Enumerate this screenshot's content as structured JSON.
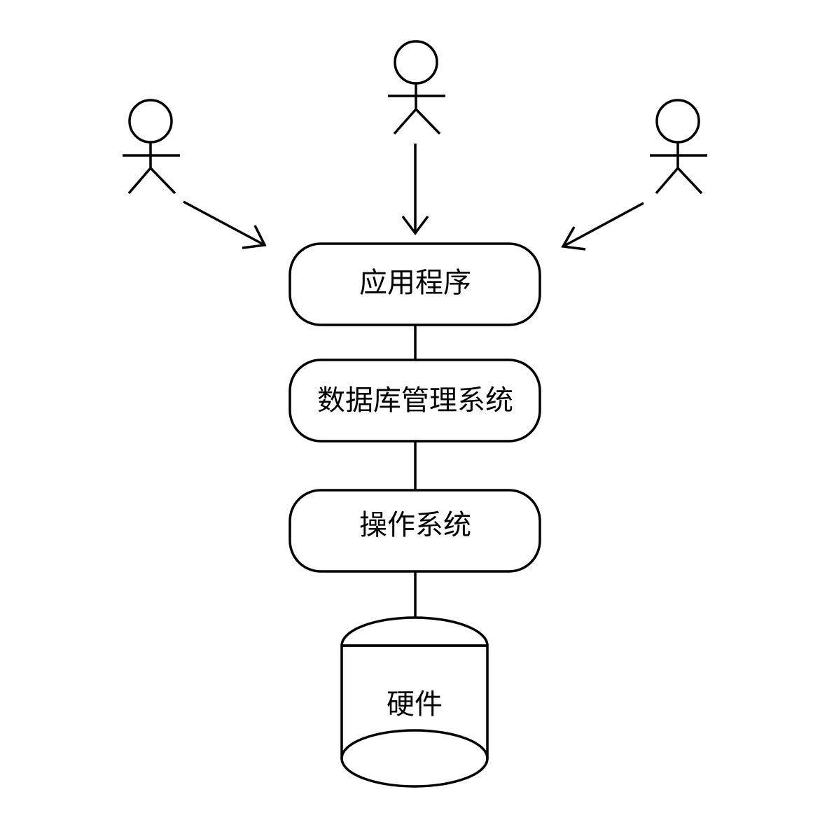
{
  "diagram": {
    "actors": [
      {
        "name": "",
        "position": "left"
      },
      {
        "name": "",
        "position": "center"
      },
      {
        "name": "",
        "position": "right"
      }
    ],
    "layers": [
      {
        "label": "应用程序"
      },
      {
        "label": "数据库管理系统"
      },
      {
        "label": "操作系统"
      }
    ],
    "hardware": {
      "label": "硬件",
      "shape": "cylinder"
    },
    "colors": {
      "stroke": "#000000",
      "background": "#ffffff"
    },
    "icons": [
      "stick-figure-icon",
      "arrow-icon",
      "database-cylinder-icon"
    ]
  }
}
